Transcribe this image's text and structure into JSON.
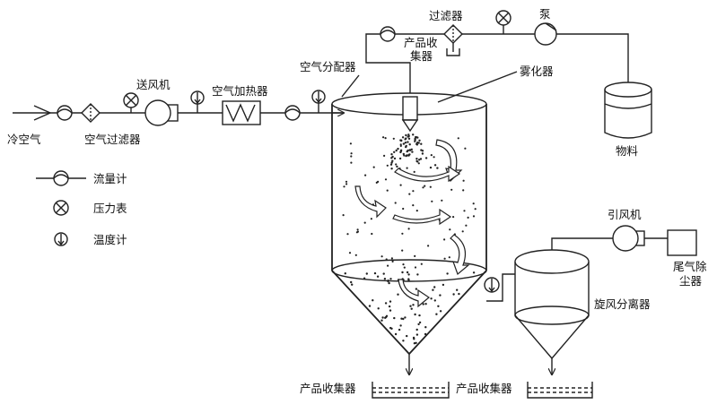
{
  "labels": {
    "cold_air": "冷空气",
    "air_filter": "空气过滤器",
    "blower": "送风机",
    "air_heater": "空气加热器",
    "air_distributor": "空气分配器",
    "filter": "过滤器",
    "pump": "泵",
    "product_collector_top_line1": "产品收",
    "product_collector_top_line2": "集器",
    "atomizer": "雾化器",
    "material": "物料",
    "induced_fan": "引风机",
    "tail_gas_line1": "尾气除",
    "tail_gas_line2": "尘器",
    "cyclone": "旋风分离器",
    "product_collector_left": "产品收集器",
    "product_collector_right": "产品收集器"
  },
  "legend": [
    {
      "icon": "flowmeter-icon",
      "label": "流量计"
    },
    {
      "icon": "pressure-gauge-icon",
      "label": "压力表"
    },
    {
      "icon": "thermometer-icon",
      "label": "温度计"
    }
  ]
}
